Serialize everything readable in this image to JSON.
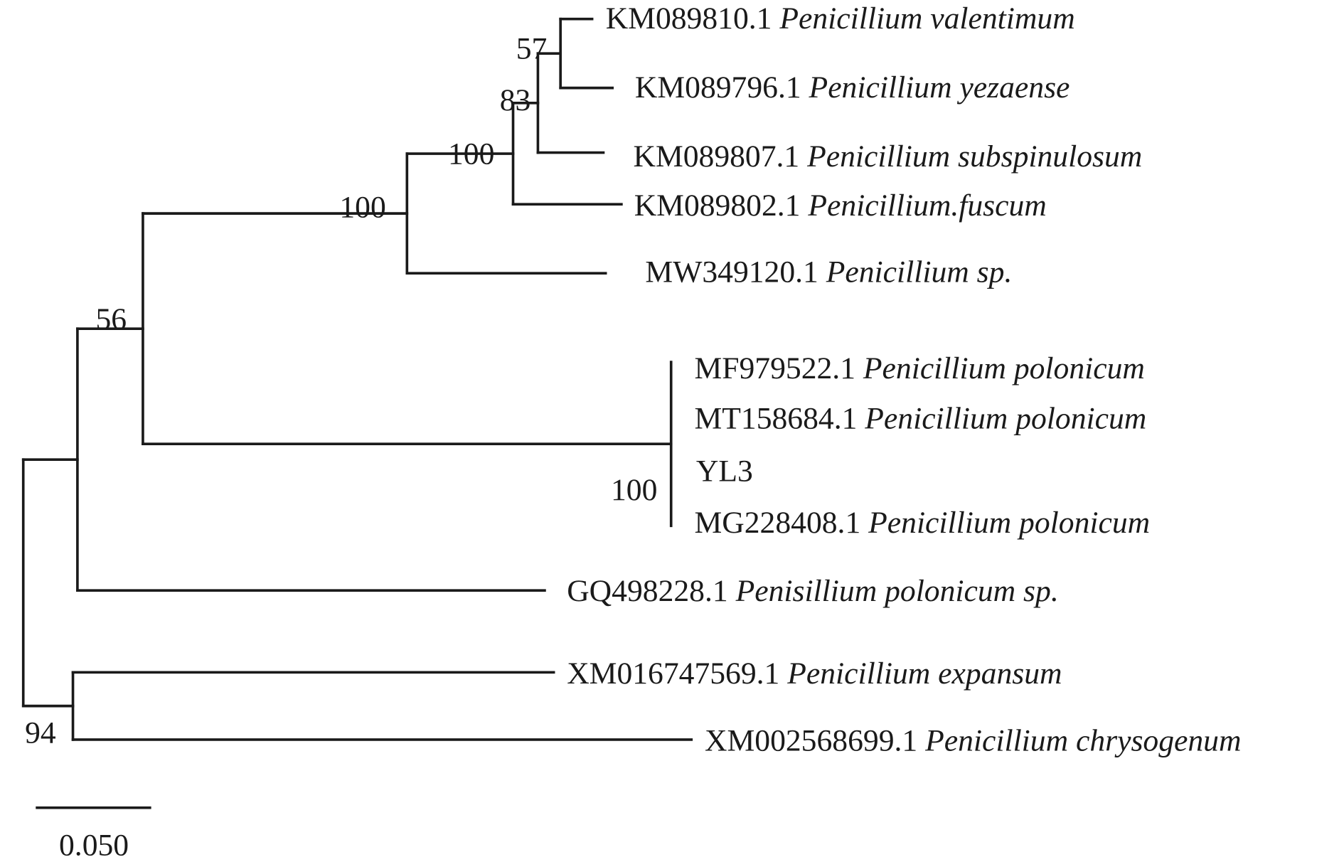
{
  "title": "Phylogenetic tree of Penicillium isolates",
  "scale_bar": {
    "value": 0.05,
    "label": "0.050"
  },
  "tree": {
    "id": "root",
    "children": [
      {
        "id": "n_a",
        "len": 0.024,
        "children": [
          {
            "id": "n_56",
            "len": 0.029,
            "bootstrap": "56",
            "children": [
              {
                "id": "n_100a",
                "len": 0.117,
                "bootstrap": "100",
                "children": [
                  {
                    "id": "n_100b",
                    "len": 0.047,
                    "bootstrap": "100",
                    "children": [
                      {
                        "id": "n_83",
                        "len": 0.011,
                        "bootstrap": "83",
                        "children": [
                          {
                            "id": "n_57",
                            "len": 0.01,
                            "bootstrap": "57",
                            "children": [
                              {
                                "id": "L1",
                                "len": 0.014,
                                "accession": "KM089810.1",
                                "species": "Penicillium valentimum"
                              },
                              {
                                "id": "L2",
                                "len": 0.023,
                                "accession": "KM089796.1",
                                "species": "Penicillium yezaense"
                              }
                            ]
                          },
                          {
                            "id": "L3",
                            "len": 0.029,
                            "accession": "KM089807.1",
                            "species": "Penicillium subspinulosum"
                          }
                        ]
                      },
                      {
                        "id": "L4",
                        "len": 0.048,
                        "accession": "KM089802.1",
                        "species": "Penicillium.fuscum"
                      }
                    ]
                  },
                  {
                    "id": "L5",
                    "len": 0.088,
                    "accession": "MW349120.1",
                    "species": "Penicillium sp."
                  }
                ]
              },
              {
                "id": "n_100c",
                "len": 0.234,
                "bootstrap": "100",
                "children": [
                  {
                    "id": "L6",
                    "len": 0,
                    "accession": "MF979522.1",
                    "species": "Penicillium polonicum"
                  },
                  {
                    "id": "L7",
                    "len": 0,
                    "accession": "MT158684.1",
                    "species": "Penicillium polonicum"
                  },
                  {
                    "id": "L8",
                    "len": 0,
                    "accession": "YL3",
                    "species": ""
                  },
                  {
                    "id": "L9",
                    "len": 0,
                    "accession": "MG228408.1",
                    "species": "Penicillium polonicum"
                  }
                ]
              }
            ]
          },
          {
            "id": "L10",
            "len": 0.207,
            "accession": "GQ498228.1",
            "species": "Penisillium polonicum sp."
          }
        ]
      },
      {
        "id": "n_94",
        "len": 0.022,
        "bootstrap": "94",
        "children": [
          {
            "id": "L11",
            "len": 0.213,
            "accession": "XM016747569.1",
            "species": "Penicillium expansum"
          },
          {
            "id": "L12",
            "len": 0.274,
            "accession": "XM002568699.1",
            "species": "Penicillium chrysogenum"
          }
        ]
      }
    ]
  }
}
